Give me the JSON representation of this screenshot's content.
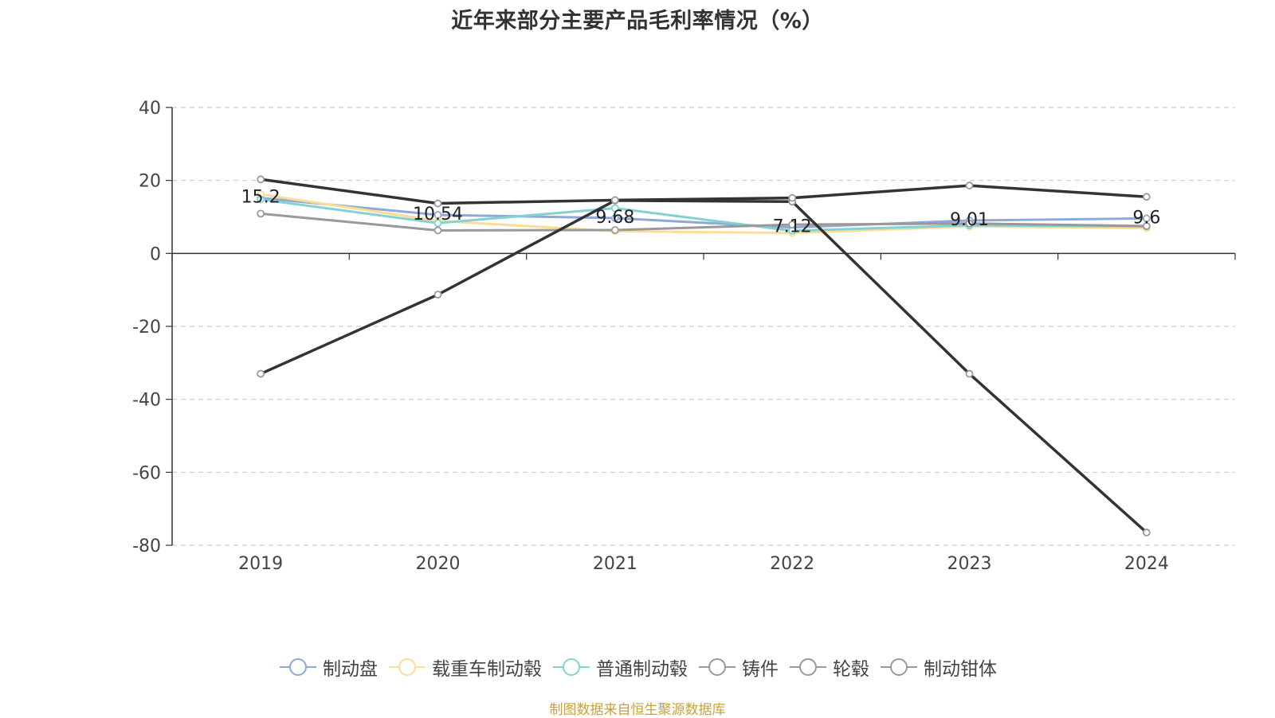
{
  "chart_data": {
    "type": "line",
    "title": "近年来部分主要产品毛利率情况（%）",
    "xlabel": "",
    "ylabel": "",
    "categories": [
      "2019",
      "2020",
      "2021",
      "2022",
      "2023",
      "2024"
    ],
    "ylim": [
      -80,
      40
    ],
    "yticks": [
      "40",
      "20",
      "0",
      "-20",
      "-40",
      "-60",
      "-80"
    ],
    "grid": true,
    "legend_position": "bottom",
    "series": [
      {
        "name": "制动盘",
        "color": "#8fa8d8",
        "values": [
          15.2,
          10.54,
          9.68,
          7.12,
          9.01,
          9.6
        ],
        "labels": [
          "15.2",
          "10.54",
          "9.68",
          "7.12",
          "9.01",
          "9.6"
        ]
      },
      {
        "name": "载重车制动毂",
        "color": "#fddc95",
        "values": [
          16.2,
          8.9,
          6.1,
          5.6,
          7.4,
          6.9
        ],
        "labels": []
      },
      {
        "name": "普通制动毂",
        "color": "#82d2d4",
        "values": [
          14.8,
          8.3,
          12.4,
          6.2,
          7.7,
          7.4
        ],
        "labels": []
      },
      {
        "name": "铸件",
        "color": "#999999",
        "values": [
          10.9,
          6.3,
          6.4,
          7.9,
          8.2,
          7.5
        ],
        "labels": []
      },
      {
        "name": "轮毂",
        "color": "#333333",
        "values": [
          -33.0,
          -11.3,
          14.5,
          14.2,
          -33.0,
          -76.5
        ],
        "labels": []
      },
      {
        "name": "制动钳体",
        "color": "#333333",
        "values": [
          20.3,
          13.7,
          14.6,
          15.2,
          18.6,
          15.5
        ],
        "labels": []
      }
    ]
  },
  "legend": {
    "items": [
      "制动盘",
      "载重车制动毂",
      "普通制动毂",
      "铸件",
      "轮毂",
      "制动钳体"
    ]
  },
  "source": "制图数据来自恒生聚源数据库"
}
